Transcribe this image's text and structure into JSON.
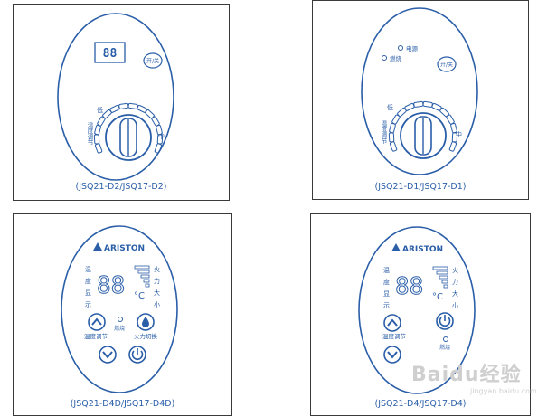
{
  "panels": {
    "d2": {
      "caption": "(JSQ21-D2/JSQ17-D2)",
      "display": "88",
      "power_label": "开/关",
      "dial_low": "低",
      "dial_high": "中",
      "dial_side": "温度调节"
    },
    "d1": {
      "caption": "(JSQ21-D1/JSQ17-D1)",
      "power_indicator": "电源",
      "burn_indicator": "燃烧",
      "power_label": "开/关",
      "dial_low": "低",
      "dial_high": "中",
      "dial_side": "温度调节"
    },
    "d4d": {
      "caption": "(JSQ21-D4D/JSQ17-D4D)",
      "brand": "ARISTON",
      "temp_display_label": [
        "温",
        "度",
        "显",
        "示"
      ],
      "fire_label": [
        "火",
        "力",
        "大",
        "小"
      ],
      "digits": "88",
      "unit": "°C",
      "burn_indicator": "燃烧",
      "temp_adjust": "温度调节",
      "fire_switch": "火力切换"
    },
    "d4": {
      "caption": "(JSQ21-D4/JSQ17-D4)",
      "brand": "ARISTON",
      "temp_display_label": [
        "温",
        "度",
        "显",
        "示"
      ],
      "fire_label": [
        "火",
        "力",
        "大",
        "小"
      ],
      "digits": "88",
      "unit": "°C",
      "burn_indicator": "燃烧",
      "temp_adjust": "温度调节"
    }
  },
  "watermark": {
    "text": "Baidu经验",
    "sub": "jingyan.baidu.com"
  },
  "colors": {
    "line": "#2a5ea8",
    "border": "#3a3a3a"
  }
}
